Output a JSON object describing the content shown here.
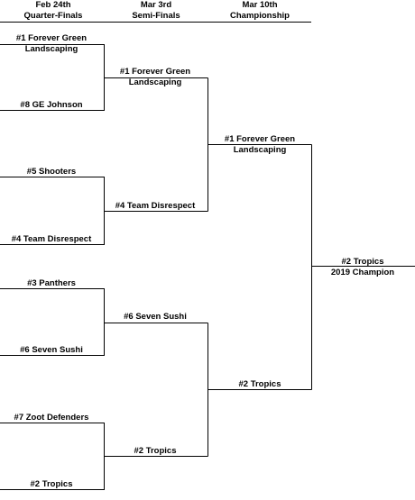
{
  "headers": {
    "quarter_finals": {
      "date": "Feb 24th",
      "round": "Quarter-Finals"
    },
    "semi_finals": {
      "date": "Mar 3rd",
      "round": "Semi-Finals"
    },
    "championship": {
      "date": "Mar 10th",
      "round": "Championship"
    }
  },
  "quarter_finals": [
    {
      "line1": "#1 Forever Green",
      "line2": "Landscaping"
    },
    {
      "line1": "#8 GE Johnson"
    },
    {
      "line1": "#5 Shooters"
    },
    {
      "line1": "#4 Team Disrespect"
    },
    {
      "line1": "#3 Panthers"
    },
    {
      "line1": "#6 Seven Sushi"
    },
    {
      "line1": "#7 Zoot Defenders"
    },
    {
      "line1": "#2 Tropics"
    }
  ],
  "semi_finals": [
    {
      "line1": "#1 Forever Green",
      "line2": "Landscaping"
    },
    {
      "line1": "#4 Team Disrespect"
    },
    {
      "line1": "#6 Seven Sushi"
    },
    {
      "line1": "#2 Tropics"
    }
  ],
  "championship": [
    {
      "line1": "#1 Forever Green",
      "line2": "Landscaping"
    },
    {
      "line1": "#2 Tropics"
    }
  ],
  "champion": {
    "line1": "#2 Tropics",
    "line2": "2019 Champion"
  }
}
